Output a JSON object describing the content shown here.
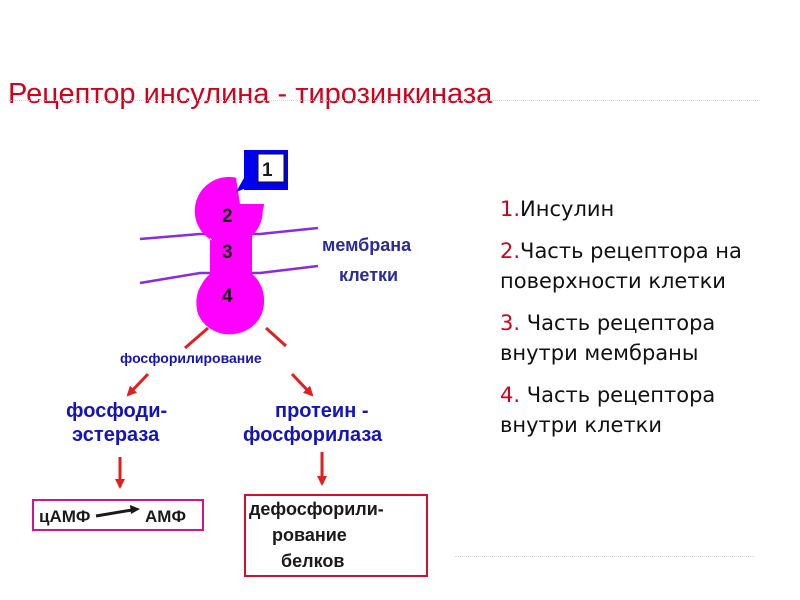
{
  "title": "Рецептор инсулина - тирозинкиназа",
  "diagram": {
    "label_1": "1",
    "label_2": "2",
    "label_3": "3",
    "label_4": "4",
    "membrane_line1": "мембрана",
    "membrane_line2": "клетки",
    "phosphorylation": "фосфорилирование",
    "phosphodiesterase_line1": "фосфоди-",
    "phosphodiesterase_line2": "эстераза",
    "phosphorylase_line1": "протеин -",
    "phosphorylase_line2": "фосфорилаза",
    "camp": "цАМФ",
    "amp": "АМФ",
    "dephos_line1": "дефосфорили-",
    "dephos_line2": "рование",
    "dephos_line3": "белков"
  },
  "legend": [
    {
      "num": "1.",
      "text": "Инсулин"
    },
    {
      "num": "2.",
      "text": "Часть рецептора на поверхности клетки"
    },
    {
      "num": "3.",
      "text": " Часть рецептора внутри мембраны"
    },
    {
      "num": "4.",
      "text": " Часть рецептора внутри клетки"
    }
  ],
  "colors": {
    "title": "#d0021b",
    "receptor": "#ff00ff",
    "membrane": "#8a2be2",
    "arrows": "#e02020",
    "enzyme_text": "#1414b8",
    "insulin_box": "#0000ee",
    "camp_box": "#d4148c",
    "dephos_box": "#d01030"
  }
}
